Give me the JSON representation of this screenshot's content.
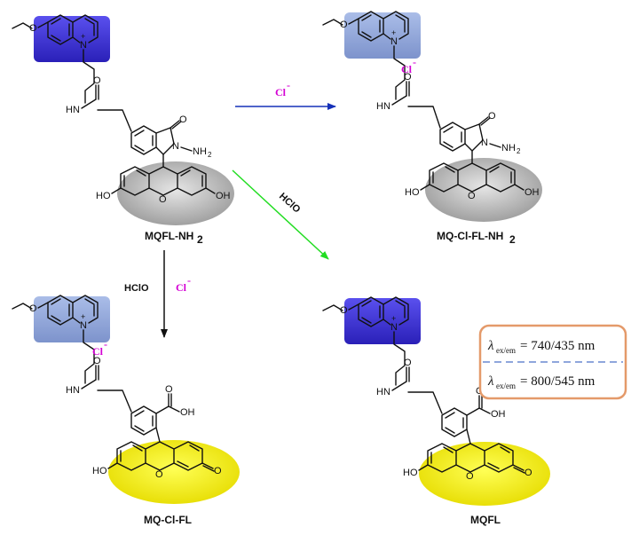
{
  "compounds": {
    "c1": {
      "name": "MQFL-NH",
      "name_sub": "2"
    },
    "c2": {
      "name": "MQ-Cl-FL-NH",
      "name_sub": "2"
    },
    "c3": {
      "name": "MQ-Cl-FL",
      "name_sub": ""
    },
    "c4": {
      "name": "MQFL",
      "name_sub": ""
    }
  },
  "atoms": {
    "n_plus": "+",
    "nitrogen": "N",
    "hn": "HN",
    "oxygen": "O",
    "ho": "HO",
    "oh": "OH",
    "n_amine": "N",
    "nh": "NH",
    "nh_sub": "2"
  },
  "reactions": {
    "r1_reagent": "Cl",
    "r1_sup": "-",
    "r2_reagent": "HClO",
    "r3_reagent_a": "HClO",
    "r3_reagent_b": "Cl",
    "r3_sup": "-"
  },
  "counterion": {
    "label": "Cl",
    "sup": "-"
  },
  "wavelength_box": {
    "row1": {
      "symbol": "λ",
      "sub": "ex/em",
      "value": "= 740/435 nm"
    },
    "row2": {
      "symbol": "λ",
      "sub": "ex/em",
      "value": "= 800/545 nm"
    }
  },
  "colors": {
    "quinolinium_dark": "#3a2fd6",
    "quinolinium_light": "#8fa6dc",
    "xanthene_closed": "#bdbdbd",
    "xanthene_open": "#f2ee00",
    "chloride": "#d400d4",
    "arrow_cl": "#1530b8",
    "arrow_hclo": "#22dd22",
    "arrow_both": "#111111",
    "box_border": "#e49a6a",
    "box_divider": "#8fa6dc"
  }
}
